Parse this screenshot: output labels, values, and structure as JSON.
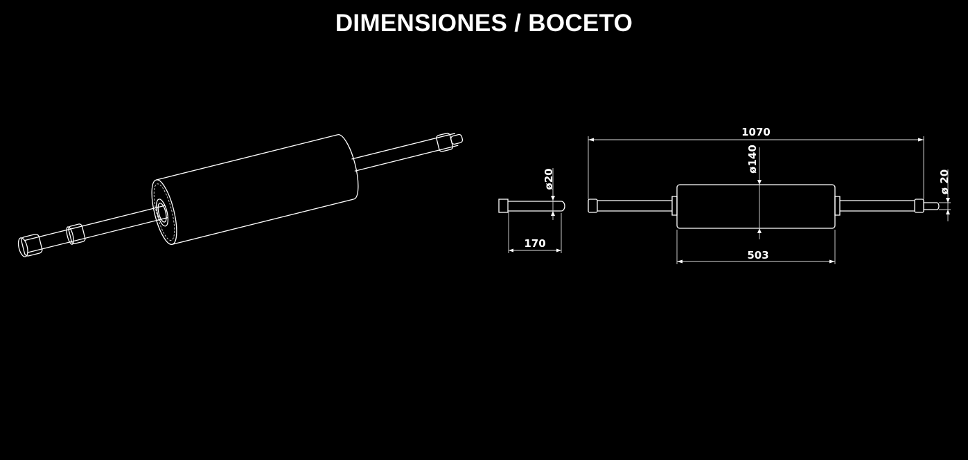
{
  "title": "DIMENSIONES / BOCETO",
  "dimensions": {
    "overall_length": "1070",
    "roller_diameter": "ø140",
    "shaft_diameter_side": "ø20",
    "shaft_diameter_front": "ø 20",
    "shaft_length": "170",
    "roller_length": "503"
  }
}
